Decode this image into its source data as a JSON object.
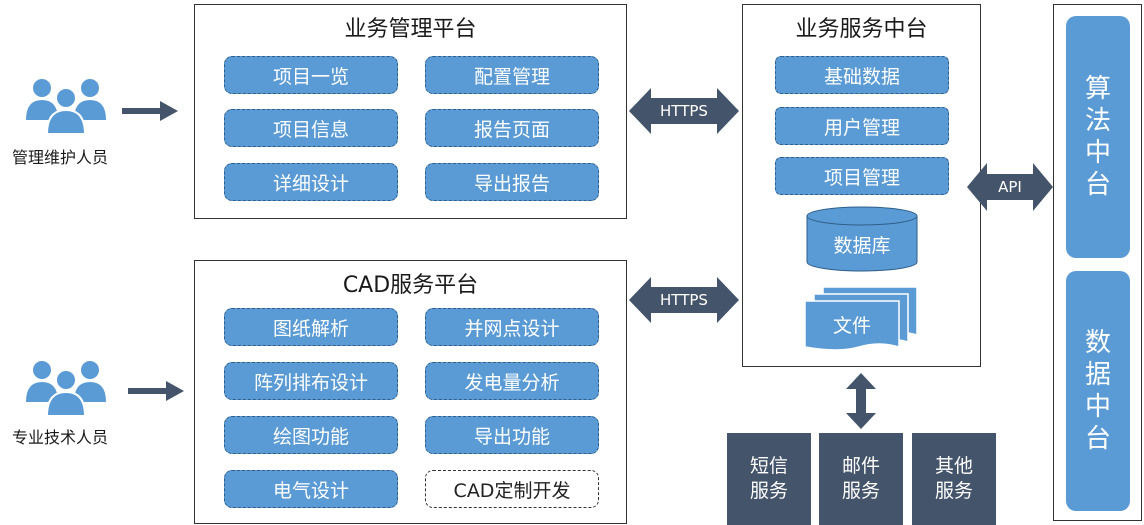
{
  "business_platform": {
    "title": "业务管理平台",
    "items": [
      "项目一览",
      "配置管理",
      "项目信息",
      "报告页面",
      "详细设计",
      "导出报告"
    ]
  },
  "cad_platform": {
    "title": "CAD服务平台",
    "items": [
      "图纸解析",
      "并网点设计",
      "阵列排布设计",
      "发电量分析",
      "绘图功能",
      "导出功能",
      "电气设计",
      "CAD定制开发"
    ]
  },
  "service_middle": {
    "title": "业务服务中台",
    "items": [
      "基础数据",
      "用户管理",
      "项目管理"
    ],
    "database_label": "数据库",
    "files_label": "文件"
  },
  "external_services": [
    {
      "line1": "短信",
      "line2": "服务"
    },
    {
      "line1": "邮件",
      "line2": "服务"
    },
    {
      "line1": "其他",
      "line2": "服务"
    }
  ],
  "algorithm_middle": {
    "chars": [
      "算",
      "法",
      "中",
      "台"
    ]
  },
  "data_middle": {
    "chars": [
      "数",
      "据",
      "中",
      "台"
    ]
  },
  "roles": {
    "maintainers": "管理维护人员",
    "technicians": "专业技术人员"
  },
  "connectors": {
    "https_top": "HTTPS",
    "https_bottom": "HTTPS",
    "api": "API"
  },
  "colors": {
    "item_blue": "#5b9bd5",
    "dark_slate": "#44546a",
    "people_blue": "#5b9bd5"
  }
}
